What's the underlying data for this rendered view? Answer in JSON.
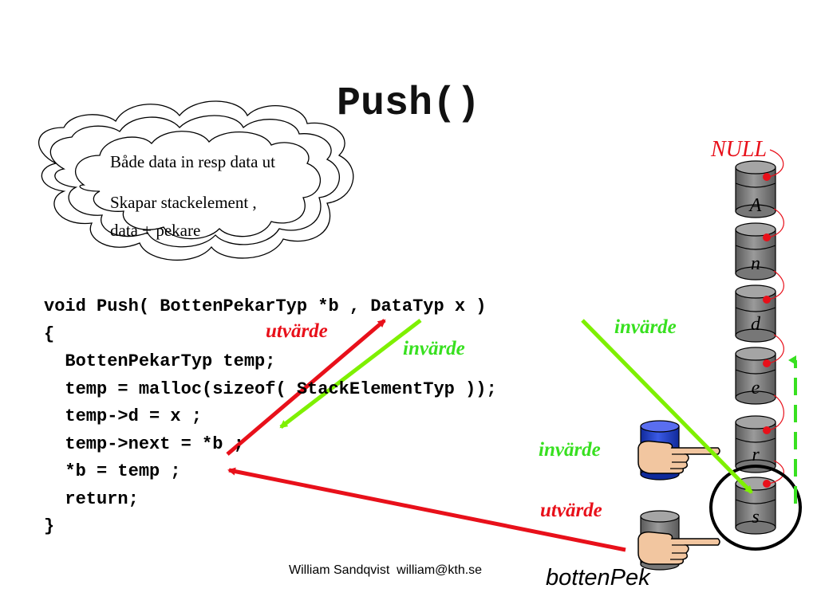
{
  "slide": {
    "title": "Push()",
    "cloud": {
      "line1": "Både data in resp data ut",
      "line2": "Skapar stackelement ,",
      "line3": "data + pekare"
    },
    "code": [
      "void Push( BottenPekarTyp *b , DataTyp x )",
      "{",
      "  BottenPekarTyp temp;",
      "  temp = malloc(sizeof( StackElementTyp ));",
      "  temp->d = x ;",
      "  temp->next = *b ;",
      "  *b = temp ;",
      "  return;",
      "}"
    ],
    "labels": {
      "utvarde_top": "utvärde",
      "invarde_mid": "invärde",
      "invarde_right": "invärde",
      "invarde_hand": "invärde",
      "utvarde_bottom": "utvärde"
    },
    "stack": {
      "null_label": "NULL",
      "letters": [
        "A",
        "n",
        "d",
        "e",
        "r",
        "s"
      ]
    },
    "pointer_label": "bottenPek",
    "footer": "William Sandqvist  william@kth.se"
  },
  "colors": {
    "red": "#e8101a",
    "green": "#38e020",
    "bright_green": "#7ef000",
    "cylinder_gray": "#808080",
    "cylinder_blue": "#1c3ec8"
  },
  "icons": [
    "cloud-shape",
    "hand-pointer-icon",
    "cylinder-icon"
  ]
}
